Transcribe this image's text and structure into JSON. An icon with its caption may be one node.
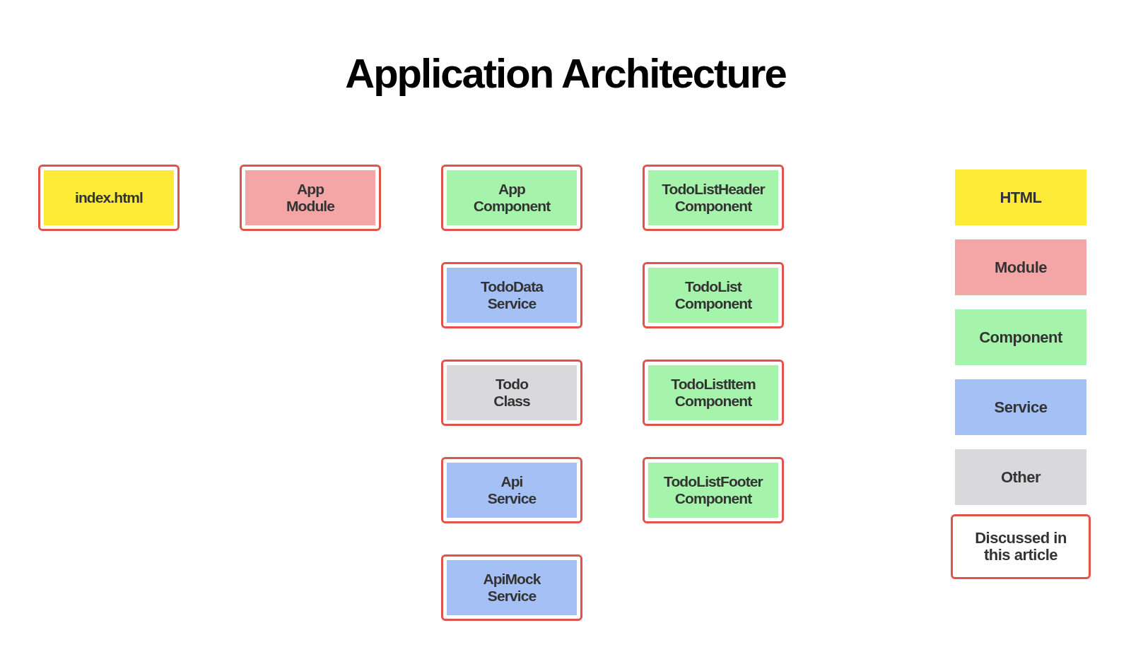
{
  "diagram": {
    "title": "Application Architecture",
    "nodes": [
      {
        "text": [
          "index.html"
        ]
      },
      {
        "text": [
          "App Module"
        ]
      },
      {
        "text": [
          "App Component"
        ]
      },
      {
        "text": [
          "TodoData Service"
        ]
      },
      {
        "text": [
          "Todo Class"
        ]
      },
      {
        "text": [
          "Api Service"
        ]
      },
      {
        "text": [
          "ApiMock Service"
        ]
      },
      {
        "text": [
          "TodoListHeader Component"
        ]
      },
      {
        "text": [
          "TodoList Component"
        ]
      },
      {
        "text": [
          "TodoListItem Component"
        ]
      },
      {
        "text": [
          "TodoListFooter Component"
        ]
      }
    ],
    "legend": [
      {
        "text": "HTML",
        "color": "#fdeb37"
      },
      {
        "text": "Module",
        "color": "#f4a6a6"
      },
      {
        "text": "Component",
        "color": "#a6f4ac"
      },
      {
        "text": "Service",
        "color": "#a4c0f4"
      },
      {
        "text": "Other",
        "color": "#d9d9db"
      },
      {
        "text": "Discussed in this article"
      }
    ]
  }
}
